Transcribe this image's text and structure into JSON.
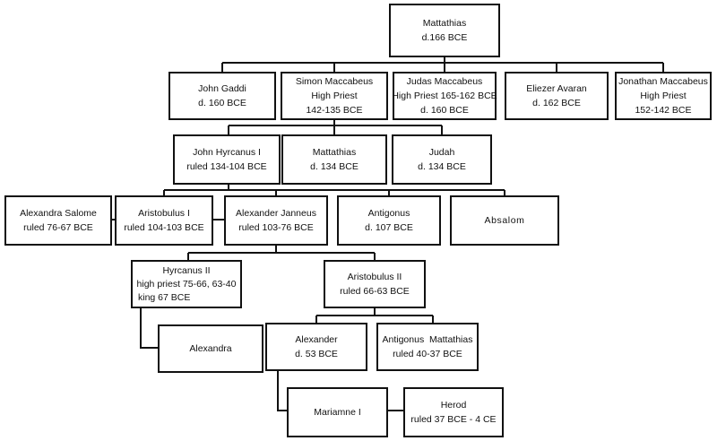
{
  "nodes": {
    "mattathias_root": {
      "name": "Mattathias",
      "detail": "d.166 BCE"
    },
    "john_gaddi": {
      "name": "John Gaddi",
      "detail": "d. 160 BCE"
    },
    "simon": {
      "name": "Simon Maccabeus",
      "title": "High Priest",
      "detail": "142-135 BCE"
    },
    "judas": {
      "name": "Judas Maccabeus",
      "title": "High Priest 165-162 BCE",
      "detail": "d. 160 BCE"
    },
    "eliezer": {
      "name": "Eliezer Avaran",
      "detail": "d. 162 BCE"
    },
    "jonathan": {
      "name": "Jonathan Maccabeus",
      "title": "High Priest",
      "detail": "152-142 BCE"
    },
    "john_hyrcanus": {
      "name": "John Hyrcanus I",
      "detail": "ruled 134-104 BCE"
    },
    "mattathias_son": {
      "name": "Mattathias",
      "detail": "d. 134 BCE"
    },
    "judah": {
      "name": "Judah",
      "detail": "d. 134 BCE"
    },
    "alexandra_salome": {
      "name": "Alexandra Salome",
      "detail": "ruled 76-67 BCE"
    },
    "aristobulus_i": {
      "name": "Aristobulus I",
      "detail": "ruled 104-103 BCE"
    },
    "alexander_janneus": {
      "name": "Alexander Janneus",
      "detail": "ruled 103-76 BCE"
    },
    "antigonus": {
      "name": "Antigonus",
      "detail": "d. 107 BCE"
    },
    "absalom": {
      "name": "Absalom"
    },
    "hyrcanus_ii": {
      "name": "Hyrcanus II",
      "title": "high priest 75-66, 63-40",
      "detail": "king 67 BCE"
    },
    "aristobulus_ii": {
      "name": "Aristobulus II",
      "detail": "ruled 66-63 BCE"
    },
    "alexandra": {
      "name": "Alexandra"
    },
    "alexander": {
      "name": "Alexander",
      "detail": "d. 53 BCE"
    },
    "antigonus_mattathias": {
      "name": "Antigonus  Mattathias",
      "detail": "ruled 40-37 BCE"
    },
    "mariamne": {
      "name": "Mariamne I"
    },
    "herod": {
      "name": "Herod",
      "detail": "ruled 37 BCE - 4 CE"
    }
  }
}
